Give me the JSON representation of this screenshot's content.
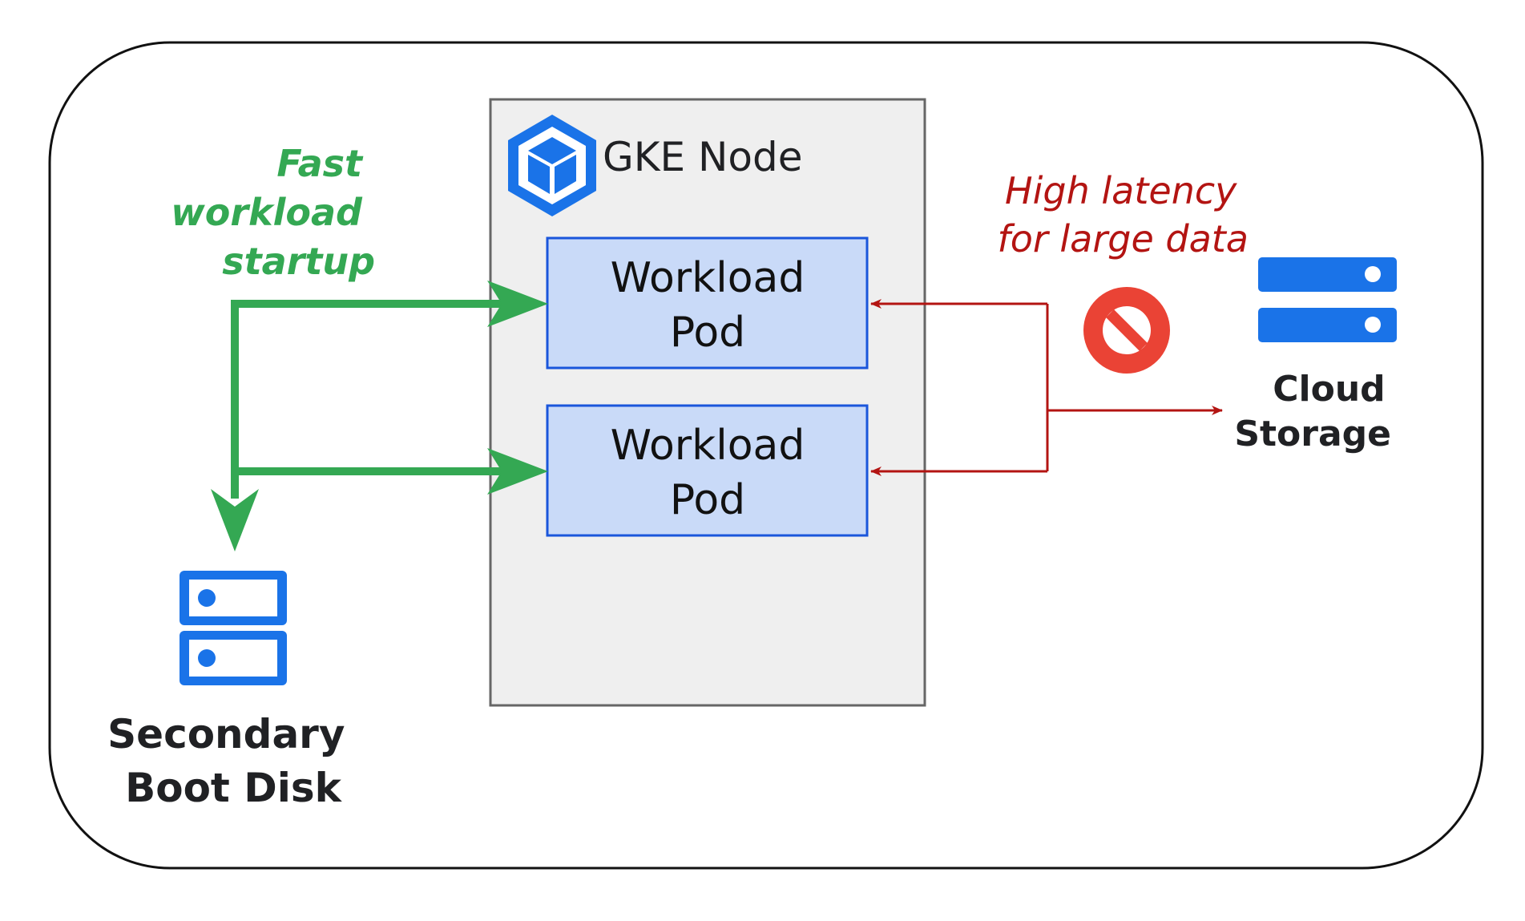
{
  "node": {
    "title": "GKE Node",
    "pods": [
      {
        "line1": "Workload",
        "line2": "Pod"
      },
      {
        "line1": "Workload",
        "line2": "Pod"
      }
    ]
  },
  "fast_path": {
    "label_lines": [
      "Fast",
      "workload",
      "startup"
    ],
    "color": "#34a853"
  },
  "slow_path": {
    "label_lines": [
      "High latency",
      "for large data"
    ],
    "color": "#b31412",
    "blocked_icon": "no-entry-icon",
    "blocked_color": "#ea4335"
  },
  "secondary_boot_disk": {
    "label_lines": [
      "Secondary",
      "Boot Disk"
    ],
    "icon": "disk-stack-icon",
    "color": "#1a73e8"
  },
  "cloud_storage": {
    "label_lines": [
      "Cloud",
      "Storage"
    ],
    "icon": "storage-server-icon",
    "color": "#1a73e8"
  },
  "gke_icon": "gke-hexagon-cube-icon",
  "colors": {
    "node_fill": "#efefef",
    "node_border": "#666666",
    "pod_fill": "#c9daf8",
    "pod_border": "#1a56db",
    "text": "#202124"
  }
}
